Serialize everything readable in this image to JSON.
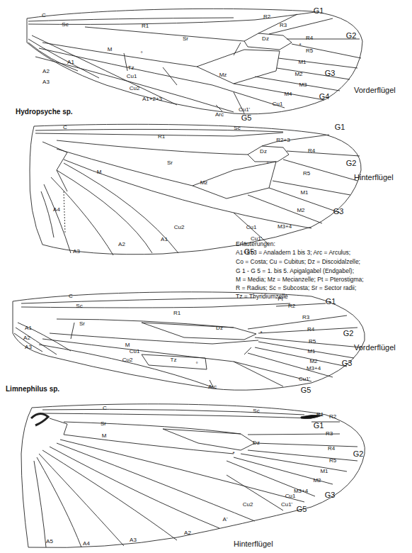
{
  "diagram": {
    "labels": [
      "C",
      "Sc",
      "R1",
      "R2",
      "R3",
      "G1",
      "R4",
      "G2",
      "Sr",
      "Dz",
      "*",
      "R5",
      "M",
      "°",
      "Tz",
      "Cu1",
      "A1",
      "A2",
      "A3",
      "Cu2",
      "Mz",
      "M1",
      "M2",
      "G3",
      "M3",
      "M4",
      "G4",
      "A1+2+3",
      "Cu1",
      "Cu1'",
      "Vorderflügel",
      "Arc",
      "G5",
      "Hydropsyche sp.",
      "C",
      "Sc",
      "G1",
      "R1",
      "R2+3",
      "R4",
      "G2",
      "Sr",
      "Dz",
      "°",
      "R5",
      "M",
      "Mz",
      "Hinterflügel",
      "M1",
      "M2",
      "G3",
      "M3+4",
      "A4",
      "Cu1",
      "Cu1'",
      "Cu2",
      "A1",
      "A2",
      "A3",
      "G5",
      "Erläuterungen:",
      "A1+2+3 = Analadern 1 bis 3; Arc = Arculus;",
      "Co = Costa; Cu = Cubitus; Dz = Discoidalzelle;",
      "G 1 - G 5 = 1. bis 5. Apigalgabel (Endgabel);",
      "M = Media; Mz = Mecianzelle; Pt = Pterostigma;",
      "R = Radius; Sc = Subcosta; Sr = Sector radii;",
      "Tz = Thyridiumzelle",
      "C",
      "Pt",
      "G1",
      "R2",
      "Sc",
      "R1",
      "R3",
      "Sr",
      "R4",
      "Dz",
      "G2",
      "*",
      "R5",
      "A1",
      "A2",
      "A3",
      "M",
      "M1",
      "Cu1",
      "Vorderflügel",
      "M2",
      "Cu2",
      "G3",
      "Tz",
      "°",
      "M3+4",
      "Cu1'",
      "Limnephilus sp.",
      "Arc",
      "G5",
      "C",
      "Sc",
      "R1",
      "R2",
      "G1",
      "Sr",
      "R3",
      "M",
      "Dz",
      "*",
      "R4",
      "G2",
      "R5",
      "M1",
      "M2",
      "M3+4",
      "G3",
      "Cu1",
      "Cu1'",
      "G5",
      "Cu2",
      "A'",
      "A2",
      "A3",
      "A4",
      "A5",
      "Hinterflügel"
    ]
  }
}
